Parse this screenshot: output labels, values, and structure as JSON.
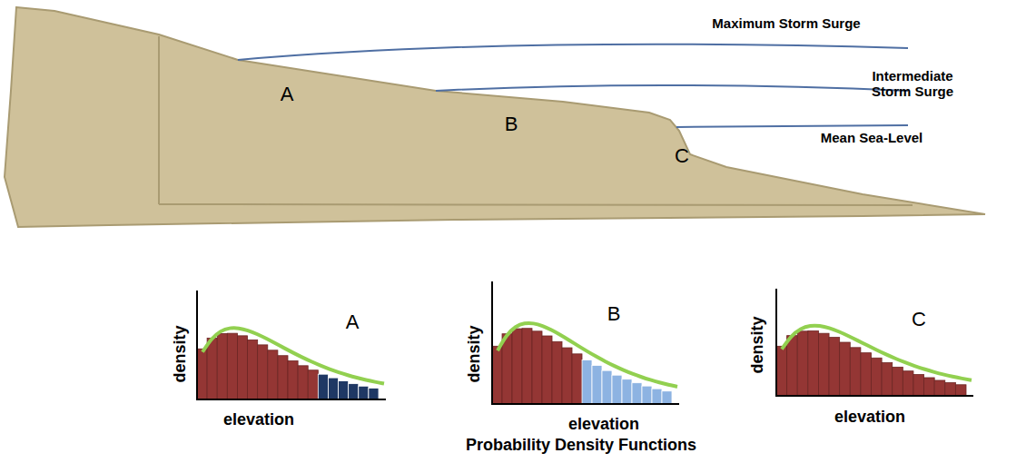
{
  "diagram": {
    "labels": [
      "Maximum Storm Surge",
      "Intermediate Storm Surge",
      "Mean Sea-Level",
      "A",
      "B",
      "C",
      "density",
      "elevation",
      "A",
      "density",
      "elevation",
      "B",
      "density",
      "elevation",
      "C",
      "Probability Density Functions"
    ]
  }
}
